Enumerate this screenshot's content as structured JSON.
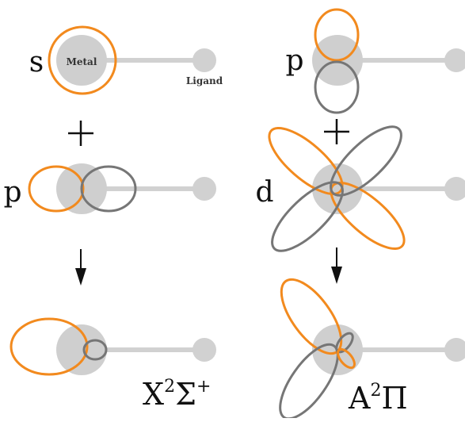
{
  "colors": {
    "orange": "#f28a1e",
    "gray_line": "#767676",
    "gray_fill": "#cfcfcf",
    "gray_bond": "#d1d1d1",
    "text": "#111111"
  },
  "panels": {
    "left": {
      "top_orbital_label": "s",
      "metal_label": "Metal",
      "ligand_label": "Ligand",
      "plus": "+",
      "mid_orbital_label": "p",
      "arrow": "↓",
      "state": {
        "base": "X",
        "sup1": "2",
        "sym": "Σ",
        "sup2": "+"
      }
    },
    "right": {
      "top_orbital_label": "p",
      "plus": "+",
      "mid_orbital_label": "d",
      "arrow": "↓",
      "state": {
        "base": "A",
        "sup1": "2",
        "sym": "Π"
      }
    }
  }
}
